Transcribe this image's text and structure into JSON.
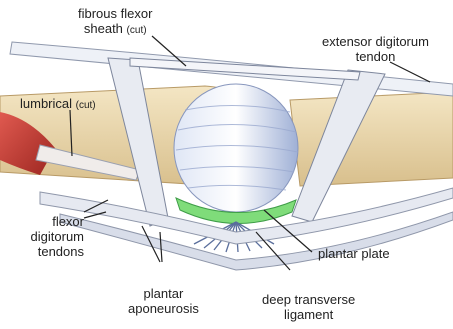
{
  "labels": {
    "fibrous_flexor_sheath": {
      "line1": "fibrous flexor",
      "line2": "sheath",
      "note": "(cut)"
    },
    "extensor_tendon": {
      "line1": "extensor digitorum",
      "line2": "tendon"
    },
    "lumbrical": {
      "text": "lumbrical",
      "note": "(cut)"
    },
    "flexor_tendons": {
      "line1": "flexor",
      "line2": "digitorum",
      "line3": "tendons"
    },
    "plantar_plate": {
      "text": "plantar plate"
    },
    "plantar_aponeurosis": {
      "line1": "plantar",
      "line2": "aponeurosis"
    },
    "deep_transverse_ligament": {
      "line1": "deep transverse",
      "line2": "ligament"
    }
  },
  "colors": {
    "bone": "#ead9b0",
    "bone_shadow": "#cdb384",
    "tendon": "#e4e8f0",
    "tendon_edge": "#8f97aa",
    "capsule": "#bcc8e4",
    "muscle": "#c43a34",
    "plate_green": "#7fdc7a",
    "ligament": "#5a6e9c"
  }
}
